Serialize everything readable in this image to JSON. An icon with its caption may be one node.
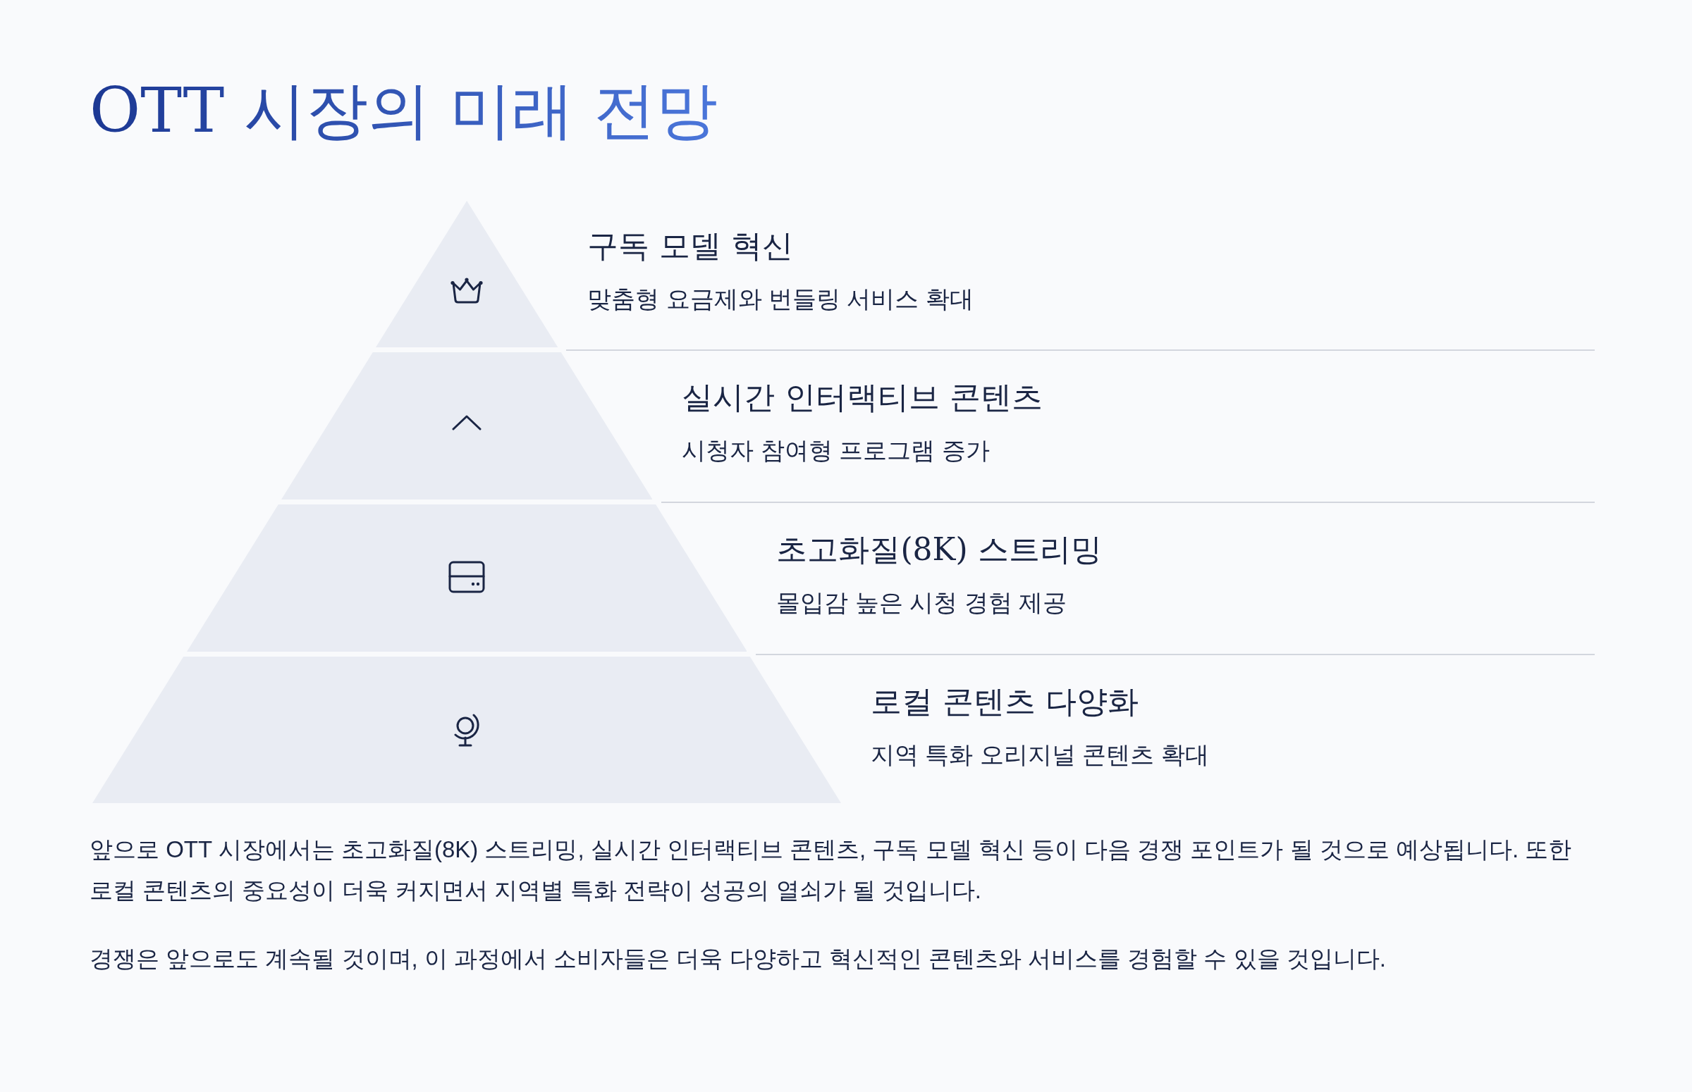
{
  "diagram": {
    "title": "OTT 시장의 미래 전망",
    "nodes": [
      {
        "text": [
          "구독 모델 혁신",
          "맞춤형 요금제와 번들링 서비스 확대"
        ]
      },
      {
        "text": [
          "실시간 인터랙티브 콘텐츠",
          "시청자 참여형 프로그램 증가"
        ]
      },
      {
        "text": [
          "초고화질(8K) 스트리밍",
          "몰입감 높은 시청 경험 제공"
        ]
      },
      {
        "text": [
          "로컬 콘텐츠 다양화",
          "지역 특화 오리지널 콘텐츠 확대"
        ]
      }
    ],
    "labels": [
      "앞으로 OTT 시장에서는 초고화질(8K) 스트리밍, 실시간 인터랙티브 콘텐츠, 구독 모델 혁신 등이 다음 경쟁 포인트가 될 것으로 예상됩니다. 또한 로컬 콘텐츠의 중요성이 더욱 커지면서 지역별 특화 전략이 성공의 열쇠가 될 것입니다.",
      "경쟁은 앞으로도 계속될 것이며, 이 과정에서 소비자들은 더욱 다양하고 혁신적인 콘텐츠와 서비스를 경험할 수 있을 것입니다."
    ]
  }
}
